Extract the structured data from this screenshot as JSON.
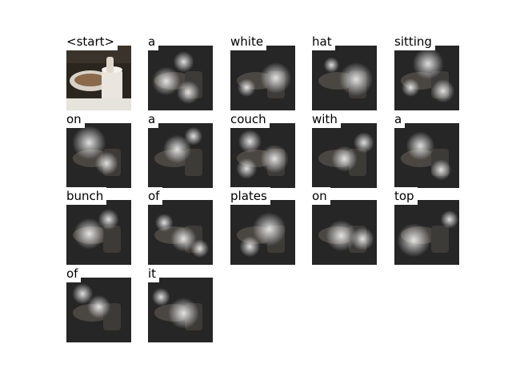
{
  "caption_words": [
    {
      "word": "<start>",
      "kind": "photo"
    },
    {
      "word": "a",
      "kind": "attention"
    },
    {
      "word": "white",
      "kind": "attention"
    },
    {
      "word": "hat",
      "kind": "attention"
    },
    {
      "word": "sitting",
      "kind": "attention"
    },
    {
      "word": "on",
      "kind": "attention"
    },
    {
      "word": "a",
      "kind": "attention"
    },
    {
      "word": "couch",
      "kind": "attention"
    },
    {
      "word": "with",
      "kind": "attention"
    },
    {
      "word": "a",
      "kind": "attention"
    },
    {
      "word": "bunch",
      "kind": "attention"
    },
    {
      "word": "of",
      "kind": "attention"
    },
    {
      "word": "plates",
      "kind": "attention"
    },
    {
      "word": "on",
      "kind": "attention"
    },
    {
      "word": "top",
      "kind": "attention"
    },
    {
      "word": "of",
      "kind": "attention"
    },
    {
      "word": "it",
      "kind": "attention"
    }
  ],
  "colors": {
    "background": "#ffffff",
    "label_background": "#ffffff",
    "label_text": "#000000",
    "attention_glow": "#ffffff",
    "photo_dark": "#2b2520",
    "photo_plate": "#d8d2c8",
    "photo_food": "#8a6a4a",
    "photo_cup": "#eae6df"
  }
}
